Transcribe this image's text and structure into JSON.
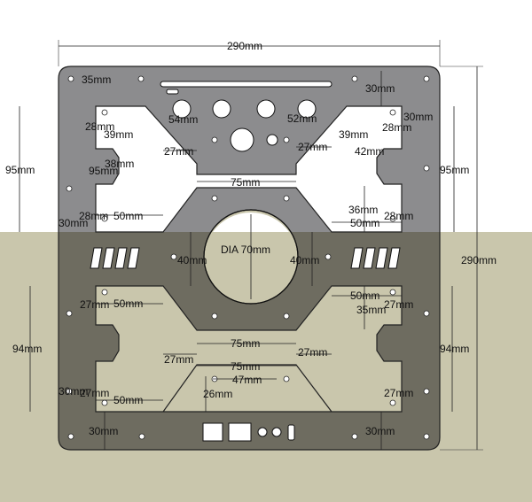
{
  "colors": {
    "sky": "#ffffff",
    "ground": "#c9c6ac",
    "plate_upper": "#8c8c8e",
    "plate_lower": "#6e6c60",
    "edge": "#222222"
  },
  "labels": {
    "width_top": "290mm",
    "height_right": "290mm",
    "corner": "35mm",
    "top_right_margin": "30mm",
    "btn_left": "54mm",
    "btn_right": "52mm",
    "l28a": "28mm",
    "l39a": "39mm",
    "r28a": "28mm",
    "r30a": "30mm",
    "r39": "39mm",
    "l38": "38mm",
    "l27a": "27mm",
    "r27a": "27mm",
    "r42": "42mm",
    "l95": "95mm",
    "l95b": "95mm",
    "r95": "95mm",
    "w75a": "75mm",
    "r36": "36mm",
    "l28b": "28mm",
    "l50a": "50mm",
    "l30": "30mm",
    "r50a": "50mm",
    "r28b": "28mm",
    "dia": "DIA 70mm",
    "l40": "40mm",
    "r40": "40mm",
    "r50b": "50mm",
    "r35": "35mm",
    "l27b": "27mm",
    "l50b": "50mm",
    "r27b": "27mm",
    "l94": "94mm",
    "r94": "94mm",
    "w75b": "75mm",
    "l27c": "27mm",
    "r27c": "27mm",
    "w75c": "75mm",
    "w47": "47mm",
    "l26": "26mm",
    "l30b": "30mm",
    "l27d": "27mm",
    "l50c": "50mm",
    "r27d": "27mm",
    "b30l": "30mm",
    "b30r": "30mm"
  }
}
